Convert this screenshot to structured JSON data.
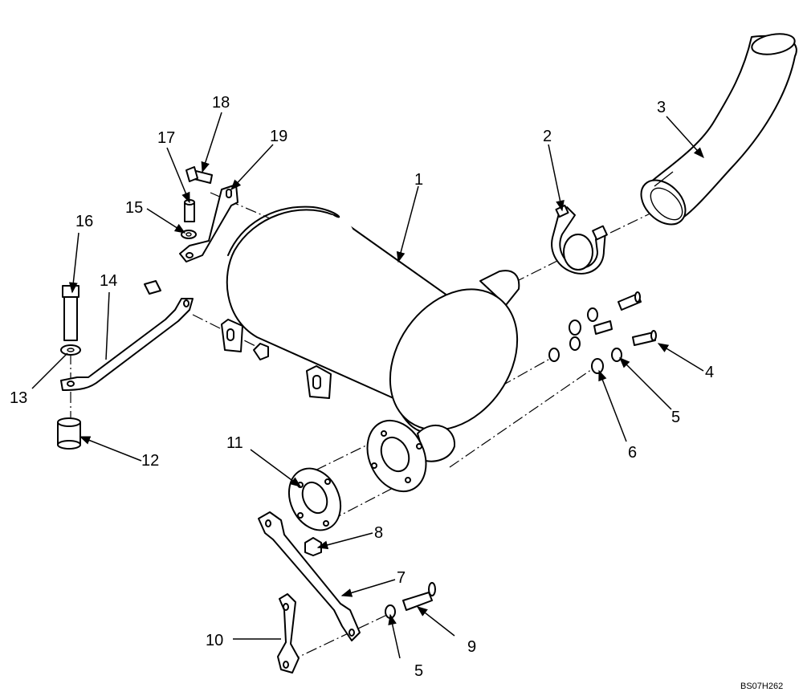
{
  "drawing_code": "BS07H262",
  "callouts": {
    "c1": "1",
    "c2": "2",
    "c3": "3",
    "c4": "4",
    "c5a": "5",
    "c5b": "5",
    "c6": "6",
    "c7": "7",
    "c8": "8",
    "c9": "9",
    "c10": "10",
    "c11": "11",
    "c12": "12",
    "c13": "13",
    "c14": "14",
    "c15": "15",
    "c16": "16",
    "c17": "17",
    "c18": "18",
    "c19": "19"
  },
  "colors": {
    "ink": "#000000",
    "paper": "#ffffff"
  }
}
